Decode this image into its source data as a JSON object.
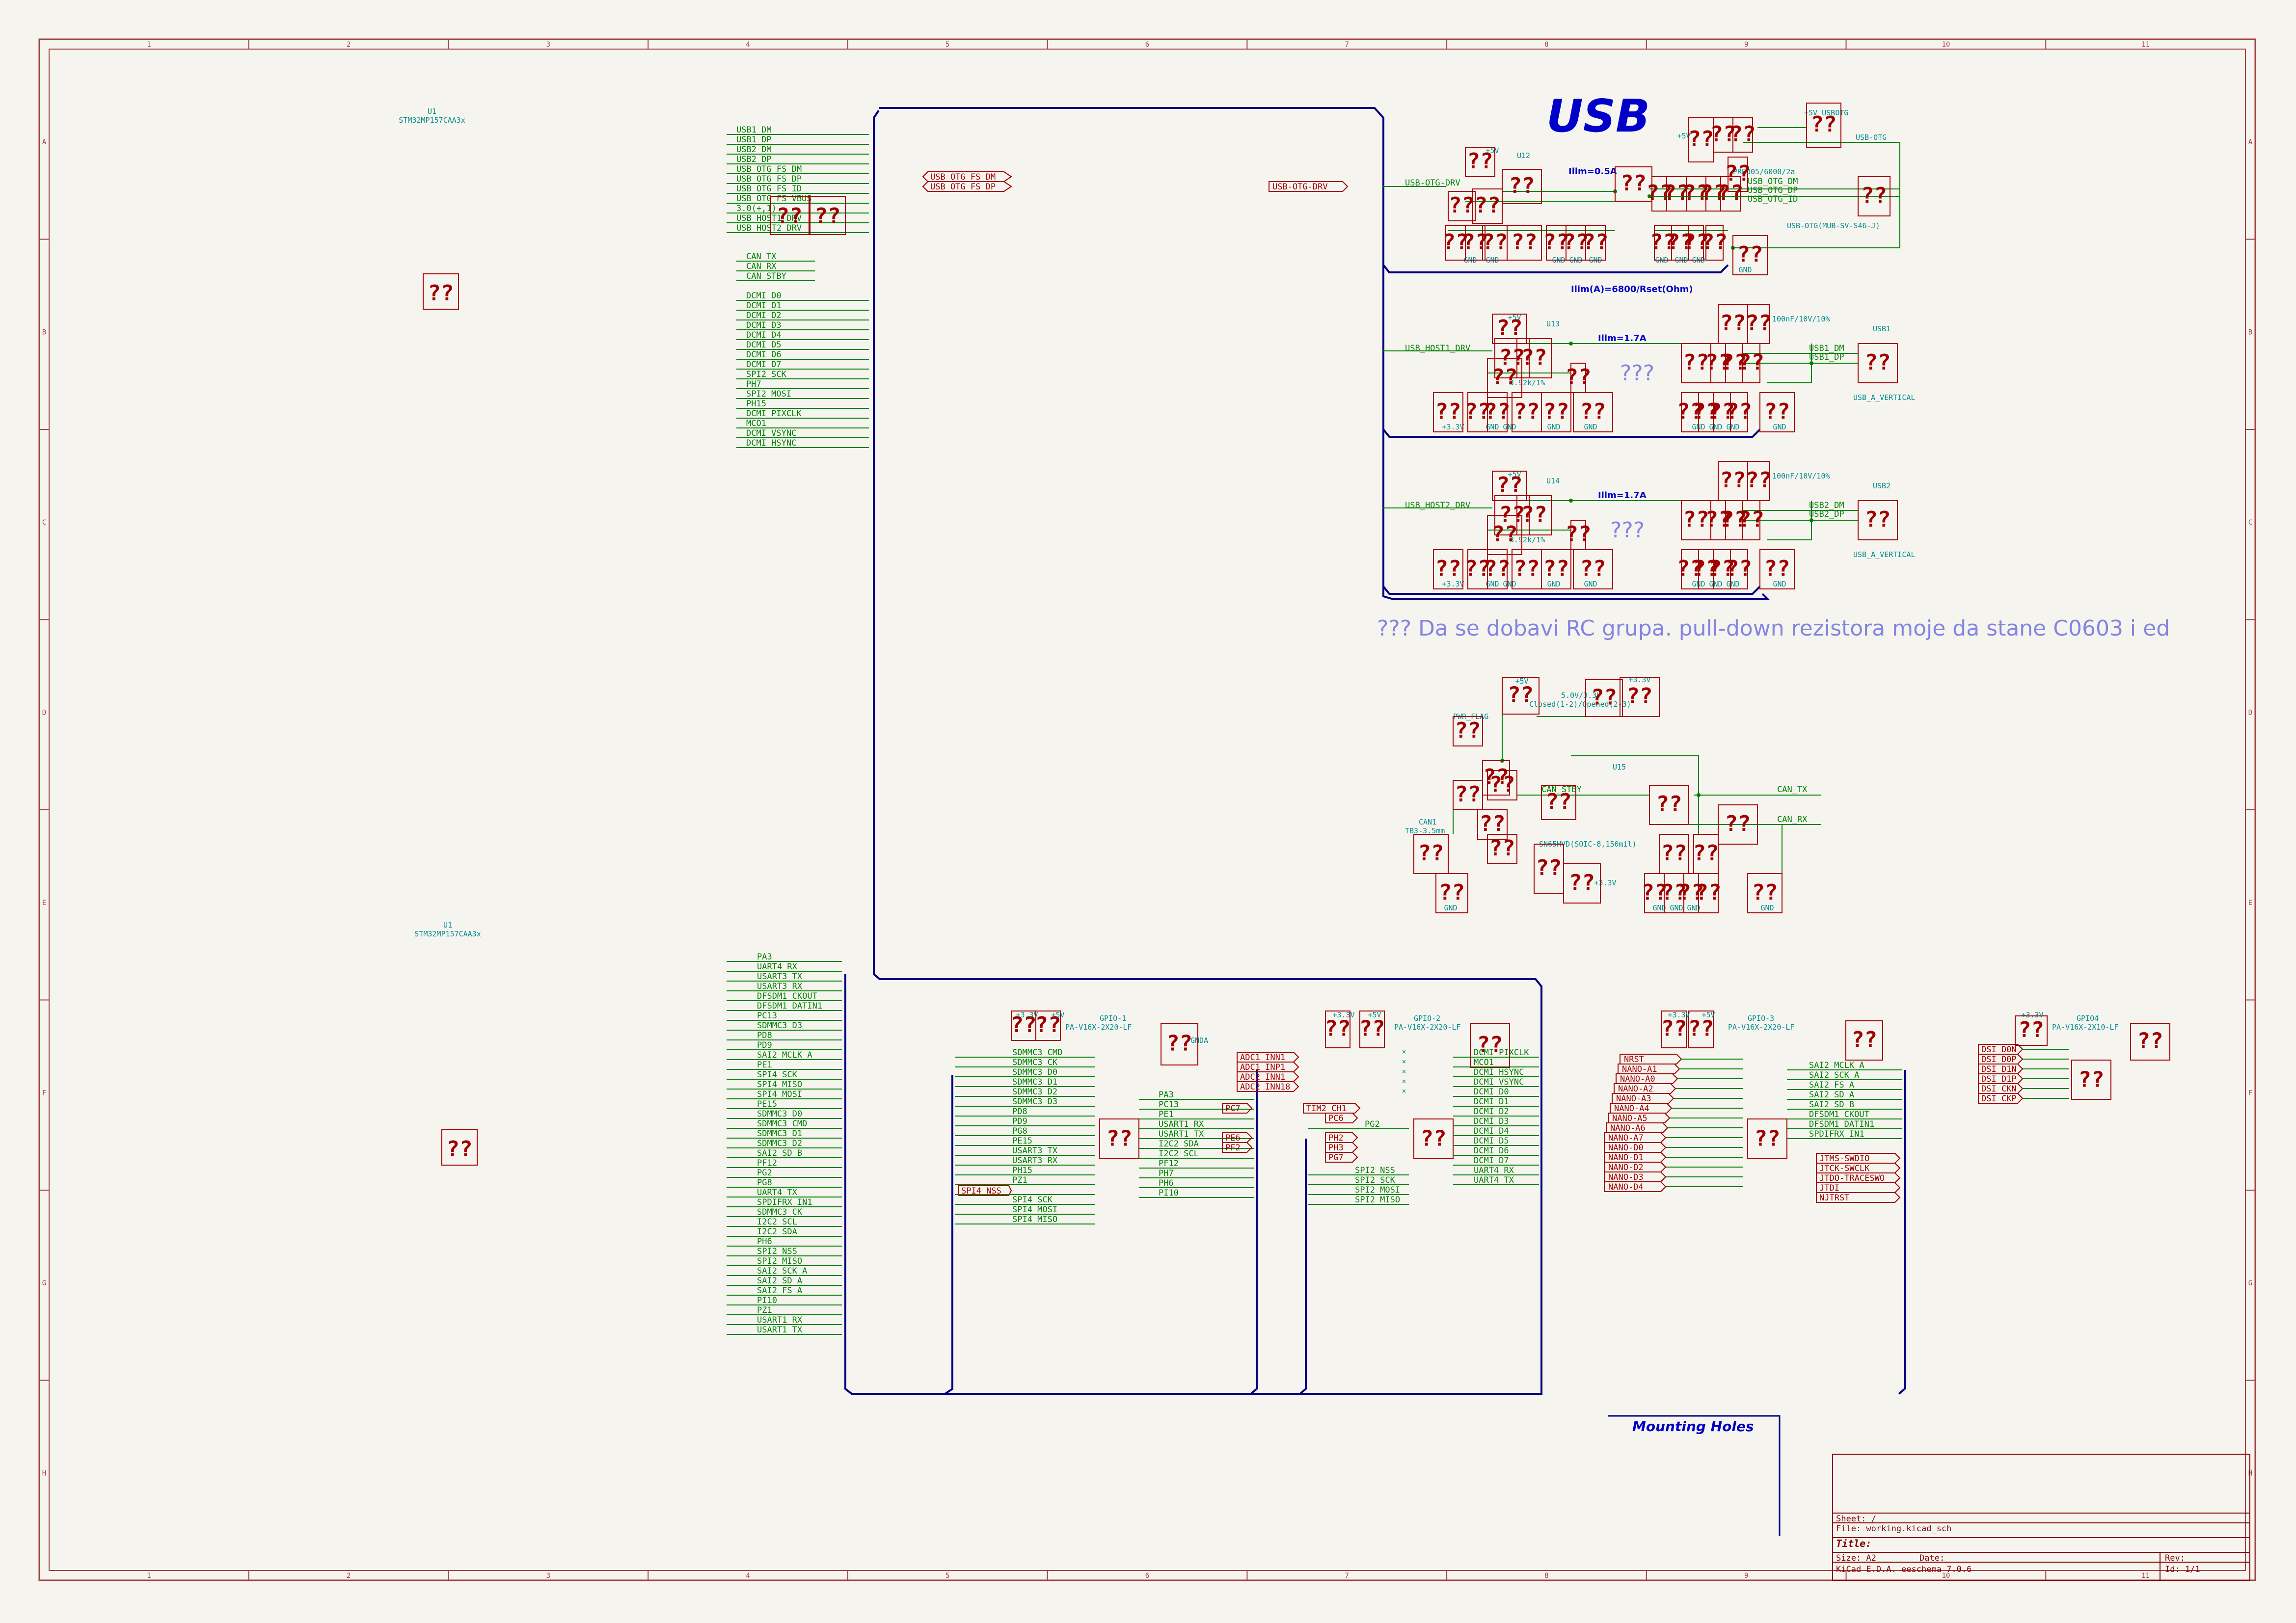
{
  "sheet": {
    "frame_columns": [
      "1",
      "2",
      "3",
      "4",
      "5",
      "6",
      "7",
      "8",
      "9",
      "10",
      "11"
    ],
    "frame_rows": [
      "A",
      "B",
      "C",
      "D",
      "E",
      "F",
      "G",
      "H"
    ]
  },
  "mcu_block_top": {
    "ref": "U1",
    "value": "STM32MP157CAA3x",
    "pins": [
      "USB1_DM",
      "USB1_DP",
      "USB2_DM",
      "USB2_DP",
      "USB_OTG_FS_DM",
      "USB_OTG_FS_DP",
      "USB_OTG_FS_ID",
      "USB_OTG_FS_VBUS",
      "3.0(+,1)",
      "USB_HOST1_DRV",
      "USB_HOST2_DRV",
      "CAN_TX",
      "CAN_RX",
      "CAN_STBY",
      "DCMI_D0",
      "DCMI_D1",
      "DCMI_D2",
      "DCMI_D3",
      "DCMI_D4",
      "DCMI_D5",
      "DCMI_D6",
      "DCMI_D7",
      "SPI2_SCK",
      "PH7",
      "SPI2_MOSI",
      "PH15",
      "DCMI_PIXCLK",
      "MCO1",
      "DCMI_VSYNC",
      "DCMI_HSYNC"
    ]
  },
  "mcu_block_bottom": {
    "ref": "U1",
    "value": "STM32MP157CAA3x",
    "pins": [
      "PA3",
      "UART4_RX",
      "USART3_TX",
      "USART3_RX",
      "DFSDM1_CKOUT",
      "DFSDM1_DATIN1",
      "PC13",
      "SDMMC3_D3",
      "PD8",
      "PD9",
      "SAI2_MCLK_A",
      "PE1",
      "SPI4_SCK",
      "SPI4_MISO",
      "SPI4_MOSI",
      "PE15",
      "SDMMC3_D0",
      "SDMMC3_CMD",
      "SDMMC3_D1",
      "SDMMC3_D2",
      "SAI2_SD_B",
      "PF12",
      "PG2",
      "PG8",
      "UART4_TX",
      "SPDIFRX_IN1",
      "SDMMC3_CK",
      "I2C2_SCL",
      "I2C2_SDA",
      "PH6",
      "SPI2_NSS",
      "SPI2_MISO",
      "SAI2_SCK_A",
      "SAI2_SD_A",
      "SAI2_FS_A",
      "PI10",
      "PZ1",
      "USART1_RX",
      "USART1_TX"
    ]
  },
  "unknown_symbol": "??",
  "labels": {
    "otg_dm": "USB_OTG_FS_DM",
    "otg_dp": "USB_OTG_FS_DP",
    "otg_drv": "USB-OTG-DRV"
  },
  "usb": {
    "title": "USB",
    "ilim_otg": "Ilim=0.5A",
    "ilim_formula": "Ilim(A)=6800/Rset(Ohm)",
    "ilim_host": "Ilim=1.7A",
    "u12": "U12",
    "u13": "U13",
    "u14": "U14",
    "otg_drv": "USB-OTG-DRV",
    "host1_drv": "USB_HOST1_DRV",
    "host2_drv": "USB_HOST2_DRV",
    "otg_conn": "USB-OTG",
    "otg_conn_value": "USB-OTG(MUB-SV-S46-J)",
    "usb1": "USB1",
    "usb2": "USB2",
    "usb_a": "USB_A_VERTICAL",
    "otg_nets": [
      "USB_OTG_DM",
      "USB_OTG_DP",
      "USB_OTG_ID"
    ],
    "usb1_nets": [
      "USB1_DM",
      "USB1_DP"
    ],
    "usb2_nets": [
      "USB2_DM",
      "USB2_DP"
    ],
    "vbus_label": "+5V_USBOTG",
    "plus5": "+5V",
    "plus33": "+3.3V",
    "gnd": "GND",
    "cap_value": "100nF/10V/10%",
    "esd": "PRBD05/6008/2a",
    "qqq": "???",
    "res": "3.92k/1%"
  },
  "note": "??? Da se dobavi RC grupa. pull-down rezistora moje da stane C0603 i ed",
  "can": {
    "u15": "U15",
    "can1": "CAN1",
    "can1_value": "TB3-3.5mm",
    "pwr_flag": "PWR_FLAG",
    "jumper": "5.0V/3.3V",
    "jumper_desc": "Closed(1-2)/Opened(2-3)",
    "can_tx": "CAN_TX",
    "can_rx": "CAN_RX",
    "can_stby": "CAN_STBY",
    "ic_value": "SN65HVD(SOIC-8,150mil)",
    "plus5": "+5V",
    "plus33": "+3.3V",
    "gnd": "GND"
  },
  "gpio1": {
    "ref": "GPIO-1",
    "value": "PA-V16X-2X20-LF",
    "left": [
      "SDMMC3_CMD",
      "SDMMC3_CK",
      "SDMMC3_D0",
      "SDMMC3_D1",
      "SDMMC3_D2",
      "SDMMC3_D3",
      "PD8",
      "PD9",
      "PG8",
      "PE15",
      "USART3_TX",
      "USART3_RX",
      "PH15",
      "PZ1",
      "SPI4_NSS",
      "SPI4_SCK",
      "SPI4_MOSI",
      "SPI4_MISO"
    ],
    "right": [
      "PA3",
      "PC13",
      "PE1",
      "USART1_RX",
      "USART1_TX",
      "I2C2_SDA",
      "I2C2_SCL",
      "PF12",
      "PH7",
      "PH6",
      "PI10"
    ],
    "adc": [
      "ADC1_INN1",
      "ADC1_INP1",
      "ADC2_INN1",
      "ADC2_INN18"
    ],
    "flags": [
      "PC7",
      "PE6",
      "PF2"
    ],
    "gnda": "GNDA"
  },
  "gpio2": {
    "ref": "GPIO-2",
    "value": "PA-V16X-2X20-LF",
    "left_flags": [
      "TIM2_CH1",
      "PC6",
      "PH2",
      "PH3",
      "PG7"
    ],
    "left": [
      "PG2",
      "SPI2_NSS",
      "SPI2_SCK",
      "SPI2_MOSI",
      "SPI2_MISO"
    ],
    "right": [
      "DCMI_PIXCLK",
      "MCO1",
      "DCMI_HSYNC",
      "DCMI_VSYNC",
      "DCMI_D0",
      "DCMI_D1",
      "DCMI_D2",
      "DCMI_D3",
      "DCMI_D4",
      "DCMI_D5",
      "DCMI_D6",
      "DCMI_D7",
      "UART4_RX",
      "UART4_TX"
    ]
  },
  "gpio3": {
    "ref": "GPIO-3",
    "value": "PA-V16X-2X20-LF",
    "nano": [
      "NRST",
      "NANO-A1",
      "NANO-A0",
      "NANO-A2",
      "NANO-A3",
      "NANO-A4",
      "NANO-A5",
      "NANO-A6",
      "NANO-A7",
      "NANO-D0",
      "NANO-D1",
      "NANO-D2",
      "NANO-D3",
      "NANO-D4"
    ],
    "right": [
      "SAI2_MCLK_A",
      "SAI2_SCK_A",
      "SAI2_FS_A",
      "SAI2_SD_A",
      "SAI2_SD_B",
      "DFSDM1_CKOUT",
      "DFSDM1_DATIN1",
      "SPDIFRX_IN1"
    ],
    "jtag": [
      "JTMS-SWDIO",
      "JTCK-SWCLK",
      "JTDO-TRACESWO",
      "JTDI",
      "NJTRST"
    ]
  },
  "gpio4": {
    "ref": "GPIO4",
    "value": "PA-V16X-2X10-LF",
    "dsi": [
      "DSI_D0N",
      "DSI_D0P",
      "DSI_D1N",
      "DSI_D1P",
      "DSI_CKN",
      "DSI_CKP"
    ]
  },
  "mounting": "Mounting Holes",
  "title_block": {
    "sheet": "Sheet: /",
    "file": "File: working.kicad_sch",
    "title": "Title:",
    "size": "Size: A2",
    "date": "Date:",
    "rev": "Rev:",
    "tool": "KiCad E.D.A.  eeschema 7.0.6",
    "id": "Id: 1/1"
  },
  "colors": {
    "wire": "#008000",
    "bus": "#000080",
    "symbol": "#a00000",
    "frame": "#a04040",
    "text_blue": "#0000c8",
    "note": "#8484e0",
    "background": "#f5f4ef"
  }
}
